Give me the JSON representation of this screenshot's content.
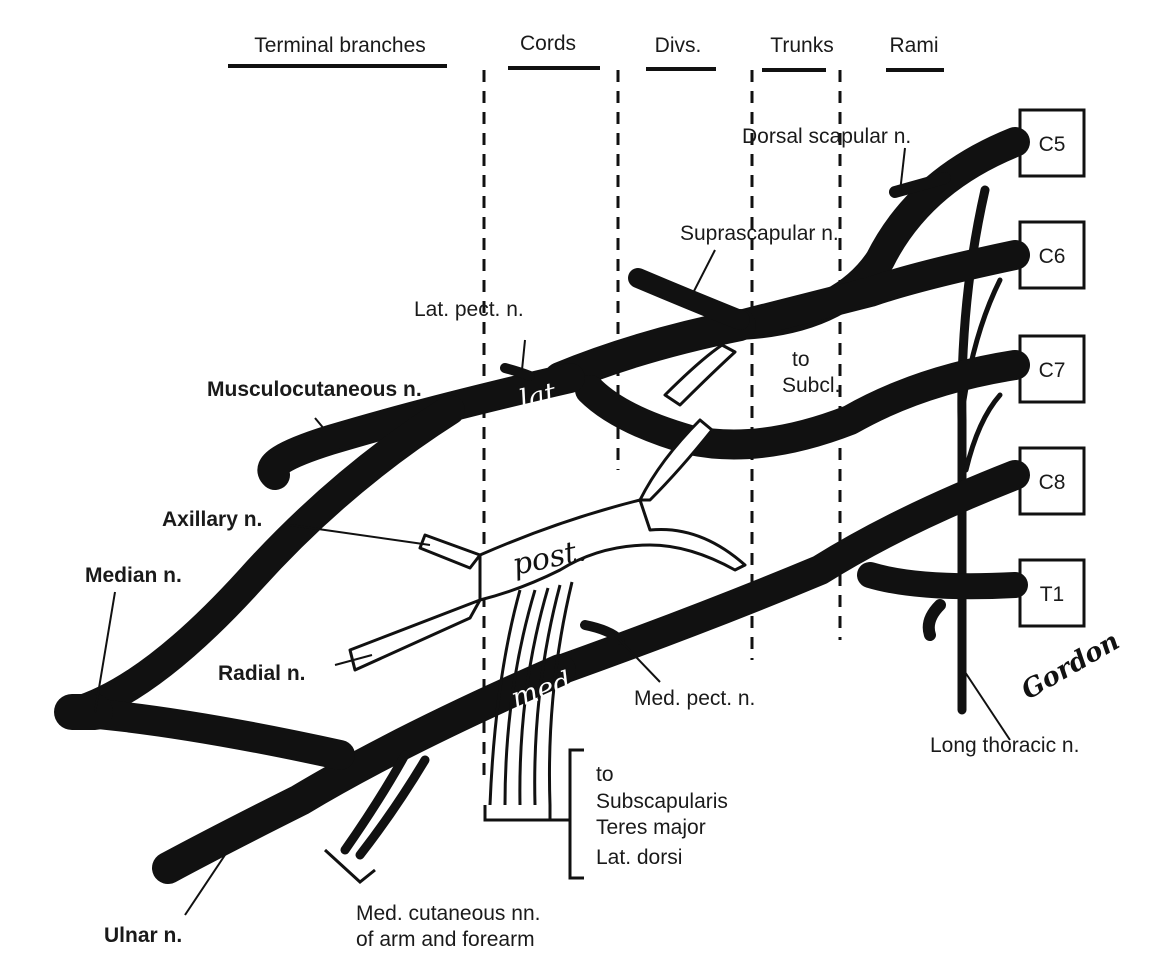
{
  "headers": [
    "Terminal branches",
    "Cords",
    "Divs.",
    "Trunks",
    "Rami"
  ],
  "roots": [
    "C5",
    "C6",
    "C7",
    "C8",
    "T1"
  ],
  "cords": {
    "lateral": "lat.",
    "posterior": "post.",
    "medial": "med."
  },
  "labels": {
    "dorsal_scapular": "Dorsal scapular n.",
    "suprascapular": "Suprascapular n.",
    "lat_pect": "Lat. pect. n.",
    "to_subcl_1": "to",
    "to_subcl_2": "Subcl.",
    "musculocutaneous": "Musculocutaneous n.",
    "axillary": "Axillary n.",
    "median": "Median n.",
    "radial": "Radial n.",
    "med_pect": "Med. pect. n.",
    "long_thoracic": "Long thoracic n.",
    "ulnar": "Ulnar n.",
    "subscap_1": "to",
    "subscap_2": "Subscapularis",
    "subscap_3": "Teres major",
    "subscap_4": "Lat. dorsi",
    "med_cut_1": "Med. cutaneous nn.",
    "med_cut_2": "of arm and forearm"
  },
  "signature": "Gordon",
  "colors": {
    "ink": "#111111",
    "paper": "#ffffff"
  }
}
